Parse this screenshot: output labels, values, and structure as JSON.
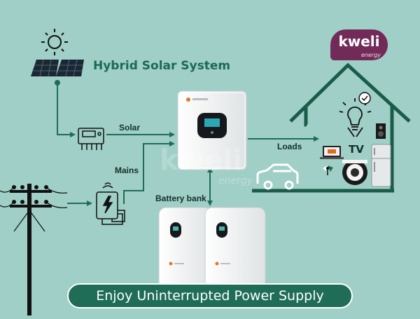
{
  "title": "Hybrid Solar System",
  "logo": {
    "name": "kweli",
    "sub": "energy"
  },
  "watermark": {
    "name": "kweli",
    "sub": "energy"
  },
  "labels": {
    "solar": "Solar",
    "mains": "Mains",
    "loads": "Loads",
    "battery": "Battery bank",
    "tv": "TV"
  },
  "banner": "Enjoy Uninterrupted Power Supply",
  "colors": {
    "background": "#9fcfc6",
    "line": "#1f6d57",
    "house": "#1a5c49",
    "title": "#1c6a55",
    "logo": "#722b58",
    "banner": "#1f6d57"
  },
  "icons": [
    "sun-icon",
    "solar-panel-icon",
    "charge-controller-icon",
    "meter-icon",
    "power-pole-icon",
    "inverter-icon",
    "battery-icon",
    "house-icon",
    "lightbulb-icon",
    "tv-icon",
    "speaker-icon",
    "fridge-icon",
    "laptop-icon",
    "fan-icon",
    "camera-icon",
    "car-icon"
  ]
}
